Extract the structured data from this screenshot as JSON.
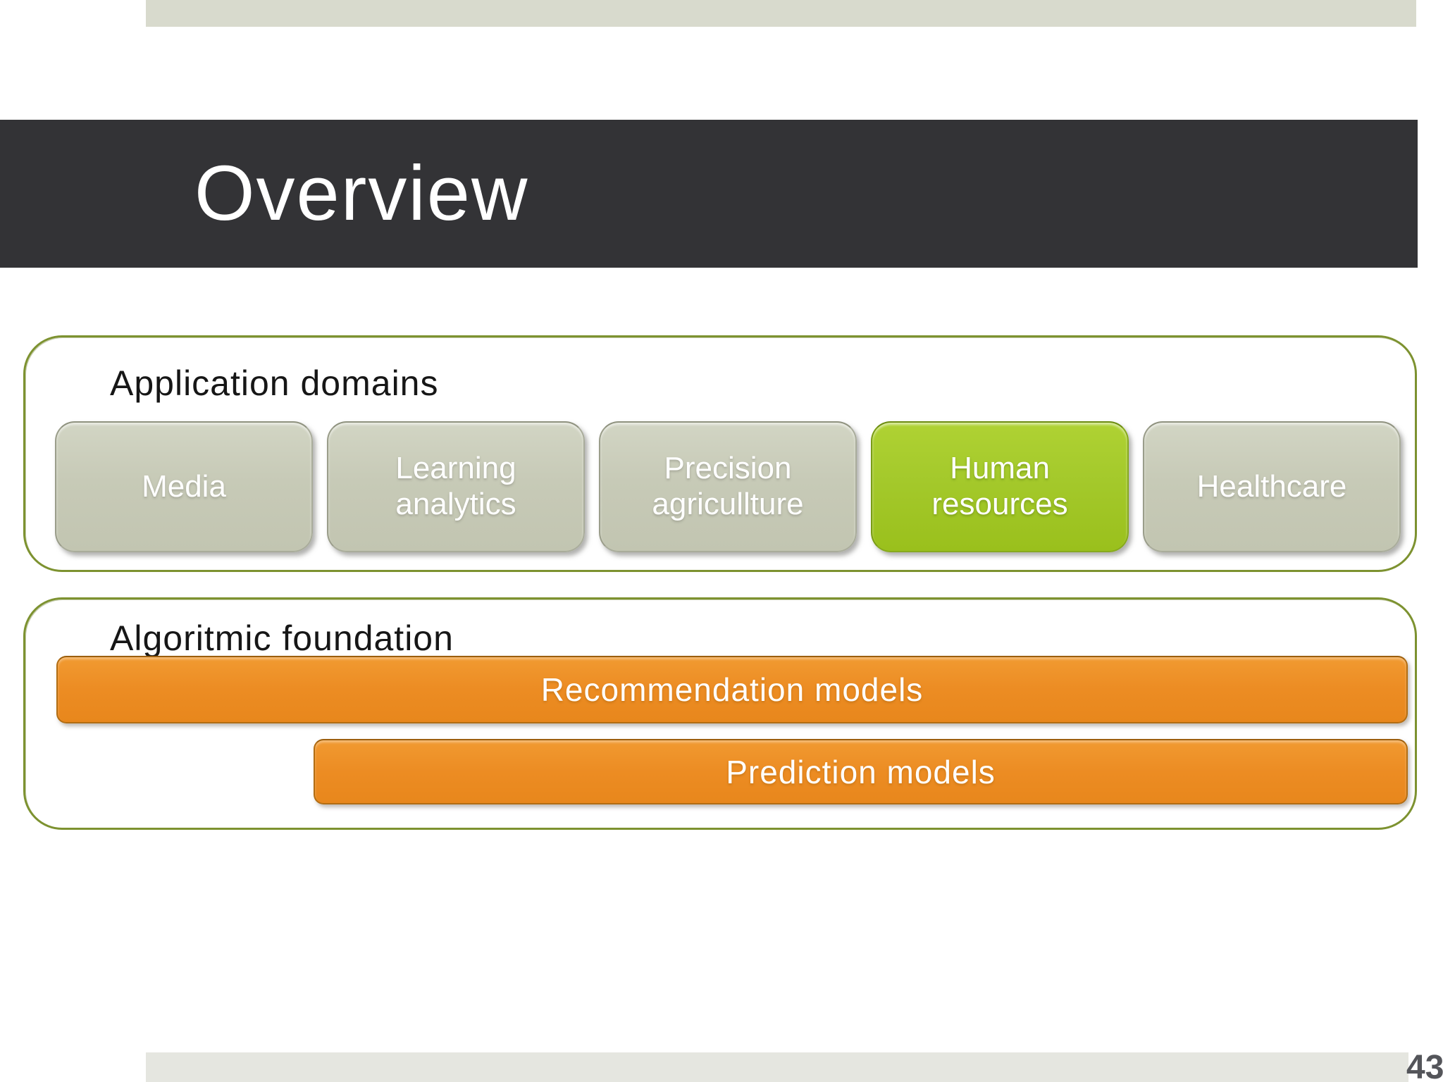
{
  "slide": {
    "title": "Overview",
    "page_number": "43"
  },
  "application_domains": {
    "label": "Application domains",
    "boxes": [
      {
        "label": "Media"
      },
      {
        "label": "Learning analytics"
      },
      {
        "label": "Precision agricullture"
      },
      {
        "label": "Human resources"
      },
      {
        "label": "Healthcare"
      }
    ],
    "highlighted_box": "Human resources"
  },
  "algorithmic_foundation": {
    "label": "Algoritmic foundation",
    "bars": [
      {
        "label": "Recommendation models"
      },
      {
        "label": "Prediction models"
      }
    ]
  },
  "colors": {
    "banner_background": "#333336",
    "panel_border_green": "#7d9230",
    "domain_box_gray": "#c7cab7",
    "highlight_green": "#a4c92b",
    "bar_orange": "#ec8c23",
    "top_strip": "#d8dacd",
    "bottom_strip": "#e5e6e0",
    "page_number_gray": "#54555a"
  }
}
